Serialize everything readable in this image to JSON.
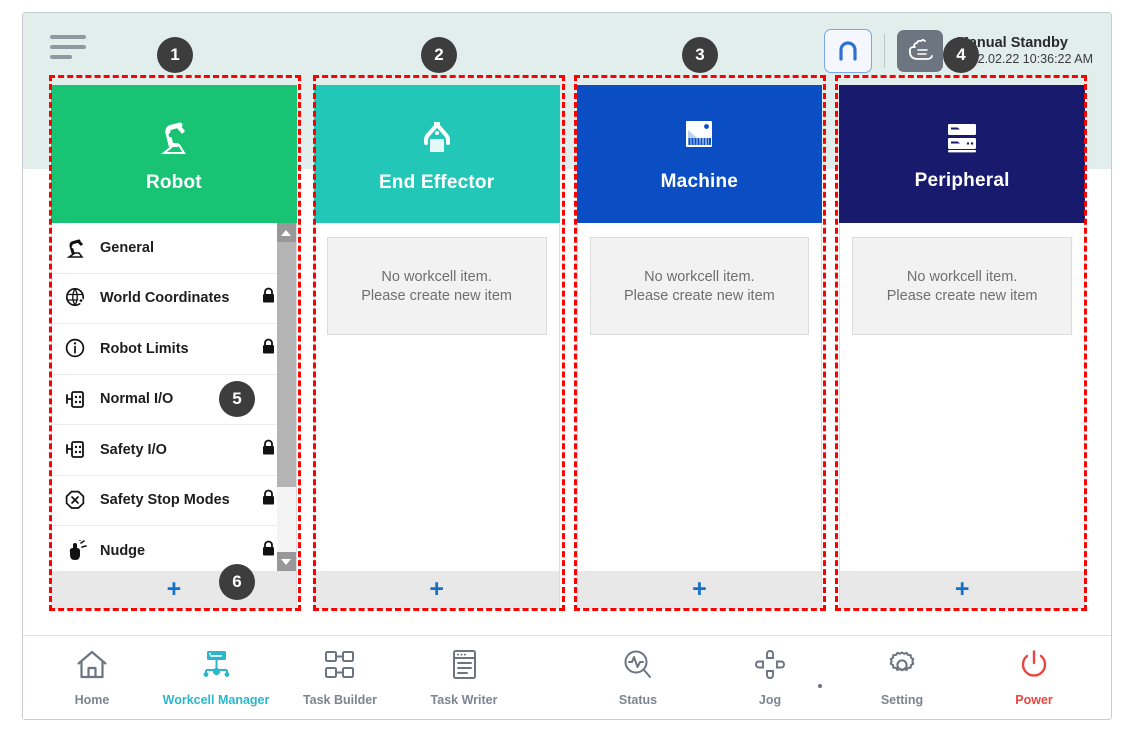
{
  "app": {
    "menu_icon": "hamburger-menu-icon"
  },
  "header": {
    "mode_button_icon": "collaborative-robot-arch-icon",
    "manual_icon": "manual-hand-icon",
    "status_title": "Manual Standby",
    "status_time": "2022.02.22 10:36:22 AM"
  },
  "cards": [
    {
      "title": "Robot",
      "icon": "robot-arm-icon",
      "color": "#18c374",
      "add_label": "+",
      "has_list": true
    },
    {
      "title": "End Effector",
      "icon": "gripper-icon",
      "color": "#22c7b8",
      "add_label": "+",
      "empty_line1": "No workcell item.",
      "empty_line2": "Please create new item",
      "has_list": false
    },
    {
      "title": "Machine",
      "icon": "machine-icon",
      "color": "#0b4ec4",
      "add_label": "+",
      "empty_line1": "No workcell item.",
      "empty_line2": "Please create new item",
      "has_list": false
    },
    {
      "title": "Peripheral",
      "icon": "peripheral-rack-icon",
      "color": "#181a6e",
      "add_label": "+",
      "empty_line1": "No workcell item.",
      "empty_line2": "Please create new item",
      "has_list": false
    }
  ],
  "robot_settings": [
    {
      "label": "General",
      "icon": "robot-arm-icon",
      "locked": false
    },
    {
      "label": "World Coordinates",
      "icon": "globe-coordinates-icon",
      "locked": true
    },
    {
      "label": "Robot Limits",
      "icon": "limits-circle-icon",
      "locked": true
    },
    {
      "label": "Normal I/O",
      "icon": "io-port-icon",
      "locked": false
    },
    {
      "label": "Safety I/O",
      "icon": "io-port-icon",
      "locked": true
    },
    {
      "label": "Safety Stop Modes",
      "icon": "stop-octagon-icon",
      "locked": true
    },
    {
      "label": "Nudge",
      "icon": "hand-nudge-icon",
      "locked": true
    }
  ],
  "bottom_nav": {
    "left": [
      {
        "label": "Home",
        "icon": "home-icon",
        "active": false
      },
      {
        "label": "Workcell Manager",
        "icon": "workcell-manager-icon",
        "active": true
      },
      {
        "label": "Task Builder",
        "icon": "task-builder-icon",
        "active": false
      },
      {
        "label": "Task Writer",
        "icon": "task-writer-icon",
        "active": false
      }
    ],
    "right": [
      {
        "label": "Status",
        "icon": "status-magnifier-icon",
        "active": false
      },
      {
        "label": "Jog",
        "icon": "jog-dpad-icon",
        "active": false
      },
      {
        "label": "Setting",
        "icon": "gear-icon",
        "active": false
      },
      {
        "label": "Power",
        "icon": "power-icon",
        "active": false
      }
    ]
  },
  "annotations": {
    "color": "#ff0000",
    "badges": [
      {
        "n": "1"
      },
      {
        "n": "2"
      },
      {
        "n": "3"
      },
      {
        "n": "4"
      },
      {
        "n": "5"
      },
      {
        "n": "6"
      }
    ]
  }
}
